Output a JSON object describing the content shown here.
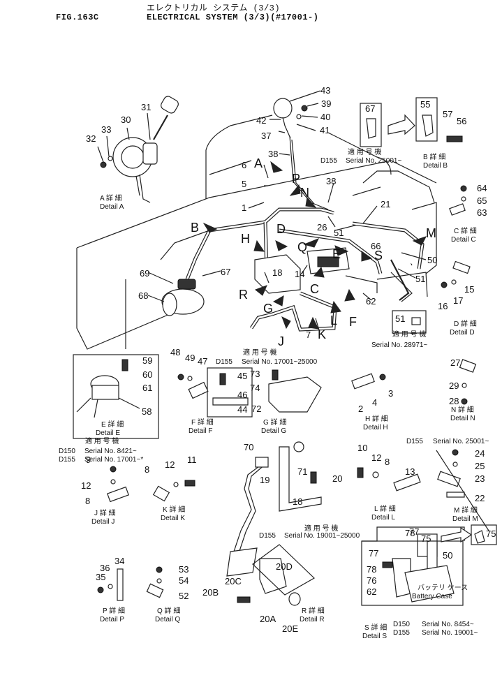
{
  "header": {
    "fig": "FIG.163C",
    "title_jp": "エレクトリカル システム (3/3)",
    "title_en": "ELECTRICAL SYSTEM (3/3)(#17001-)"
  },
  "callouts": {
    "c1": "1",
    "c2": "2",
    "c3": "3",
    "c4": "4",
    "c5": "5",
    "c6": "6",
    "c7": "7",
    "c8": "8",
    "c8b": "8",
    "c8c": "8",
    "c9": "9",
    "c10": "10",
    "c11": "11",
    "c12": "12",
    "c12b": "12",
    "c12c": "12",
    "c13": "13",
    "c14": "14",
    "c15": "15",
    "c16": "16",
    "c17": "17",
    "c18": "18",
    "c18b": "18",
    "c19": "19",
    "c20": "20",
    "c20a": "20A",
    "c20b": "20B",
    "c20c": "20C",
    "c20d": "20D",
    "c20e": "20E",
    "c21": "21",
    "c22": "22",
    "c23": "23",
    "c24": "24",
    "c25": "25",
    "c26": "26",
    "c27": "27",
    "c28": "28",
    "c29": "29",
    "c30": "30",
    "c31": "31",
    "c32": "32",
    "c33": "33",
    "c34": "34",
    "c35": "35",
    "c36": "36",
    "c37": "37",
    "c38": "38",
    "c38b": "38",
    "c39": "39",
    "c40": "40",
    "c41": "41",
    "c42": "42",
    "c43": "43",
    "c44": "44",
    "c45": "45",
    "c46": "46",
    "c47": "47",
    "c48": "48",
    "c49": "49",
    "c50": "50",
    "c50b": "50",
    "c51": "51",
    "c51b": "51",
    "c51c": "51",
    "c52": "52",
    "c53": "53",
    "c54": "54",
    "c55": "55",
    "c56": "56",
    "c57": "57",
    "c58": "58",
    "c59": "59",
    "c60": "60",
    "c61": "61",
    "c62": "62",
    "c62b": "62",
    "c63": "63",
    "c64": "64",
    "c65": "65",
    "c66": "66",
    "c67": "67",
    "c67b": "67",
    "c68": "68",
    "c69": "69",
    "c70": "70",
    "c71": "71",
    "c72": "72",
    "c73": "73",
    "c74": "74",
    "c75": "75",
    "c75b": "75",
    "c76": "76",
    "c77": "77",
    "c77b": "77",
    "c78": "78",
    "c78b": "78"
  },
  "detail_letters": {
    "A": "A",
    "B": "B",
    "C": "C",
    "D": "D",
    "E": "E",
    "F": "F",
    "G": "G",
    "H": "H",
    "J": "J",
    "K": "K",
    "L": "L",
    "M": "M",
    "N": "N",
    "P": "P",
    "Q": "Q",
    "R": "R",
    "S": "S"
  },
  "detail_captions": {
    "a_jp": "A 詳 細",
    "a_en": "Detail A",
    "b_jp": "B 詳 細",
    "b_en": "Detail B",
    "c_jp": "C 詳 細",
    "c_en": "Detail C",
    "d_jp": "D 詳 細",
    "d_en": "Detail D",
    "e_jp": "E 詳 細",
    "e_en": "Detail E",
    "f_jp": "F 詳 細",
    "f_en": "Detail F",
    "g_jp": "G 詳 細",
    "g_en": "Detail G",
    "h_jp": "H 詳 細",
    "h_en": "Detail H",
    "j_jp": "J 詳 細",
    "j_en": "Detail J",
    "k_jp": "K 詳 細",
    "k_en": "Detail K",
    "l_jp": "L 詳 細",
    "l_en": "Detail L",
    "m_jp": "M 詳 細",
    "m_en": "Detail M",
    "n_jp": "N 詳 細",
    "n_en": "Detail N",
    "p_jp": "P 詳 細",
    "p_en": "Detail P",
    "q_jp": "Q 詳 細",
    "q_en": "Detail Q",
    "r_jp": "R 詳 細",
    "r_en": "Detail R",
    "s_jp": "S 詳 細",
    "s_en": "Detail S"
  },
  "serials": {
    "jp_label": "適 用 号 機",
    "b_model": "D155",
    "b_serial": "Serial No. 25001~",
    "d_serial": "Serial No. 28971~",
    "f_model": "D155",
    "f_serial": "Serial No. 17001~25000",
    "e_model1": "D150",
    "e_serial1": "Serial No. 8421~",
    "e_model2": "D155",
    "e_serial2": "Serial No. 17001~*",
    "m_model": "D155",
    "m_serial": "Serial No. 25001~",
    "r_model": "D155",
    "r_serial": "Serial No. 19001~25000",
    "s_model1": "D150",
    "s_serial1": "Serial No. 8454~",
    "s_model2": "D155",
    "s_serial2": "Serial No. 19001~"
  },
  "battery_case": {
    "jp": "バッテリ ケース",
    "en": "Battery Case"
  }
}
